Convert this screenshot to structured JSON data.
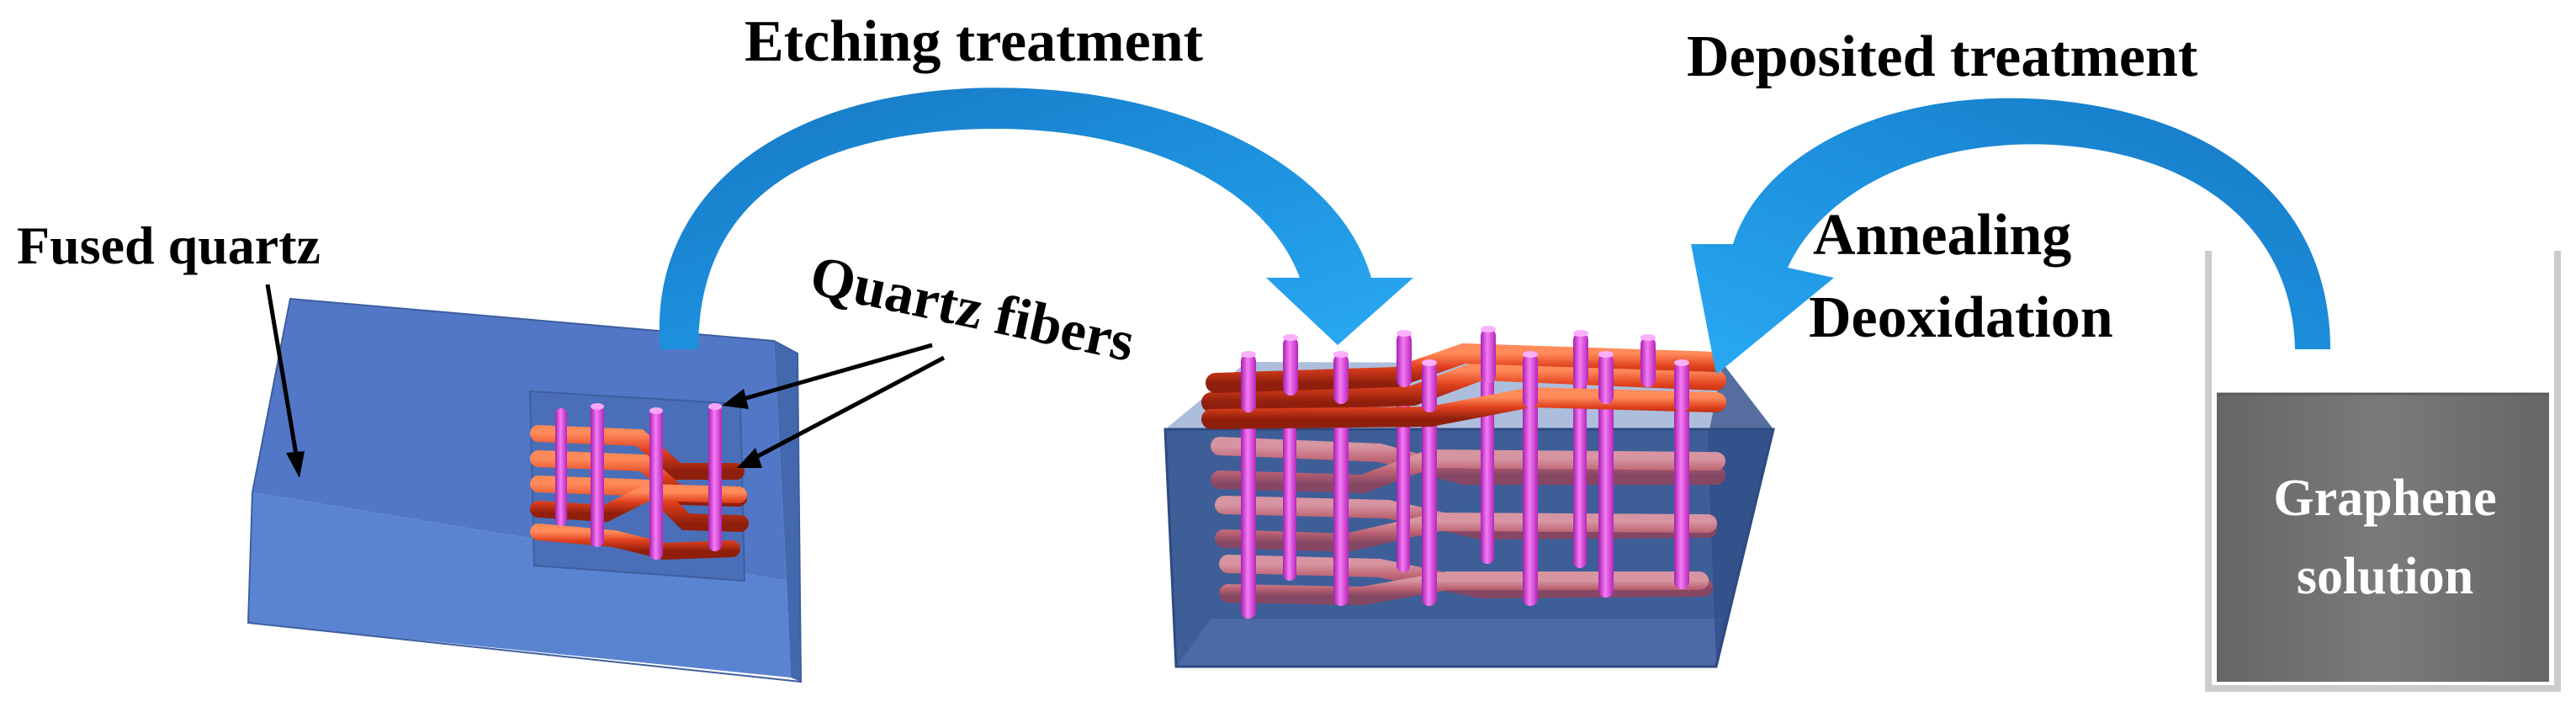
{
  "labels": {
    "fused_quartz": "Fused quartz",
    "quartz_fibers": "Quartz fibers",
    "etching": "Etching treatment",
    "deposited": "Deposited treatment",
    "annealing": "Annealing",
    "deoxidation": "Deoxidation",
    "graphene_line1": "Graphene",
    "graphene_line2": "solution"
  },
  "colors": {
    "block_front": "#5680cc",
    "block_top": "#4b72bf",
    "block_side": "#456aae",
    "box_face": "#3f5f96",
    "box_side": "#2e4c82",
    "fiber_red": "#d2381b",
    "fiber_red_dark": "#9f2510",
    "fiber_pink": "#c66a7a",
    "post_magenta": "#d93ad9",
    "post_magenta_light": "#f27bf2",
    "arrow_blue": "#1a86d8",
    "arrow_blue_light": "#27a6ef",
    "solution_gray": "#6f6f6f",
    "container_border": "#c8c8c8"
  },
  "icons": {
    "etching_arrow": "curved-arrow-right-icon",
    "deposited_arrow": "curved-arrow-left-icon"
  }
}
